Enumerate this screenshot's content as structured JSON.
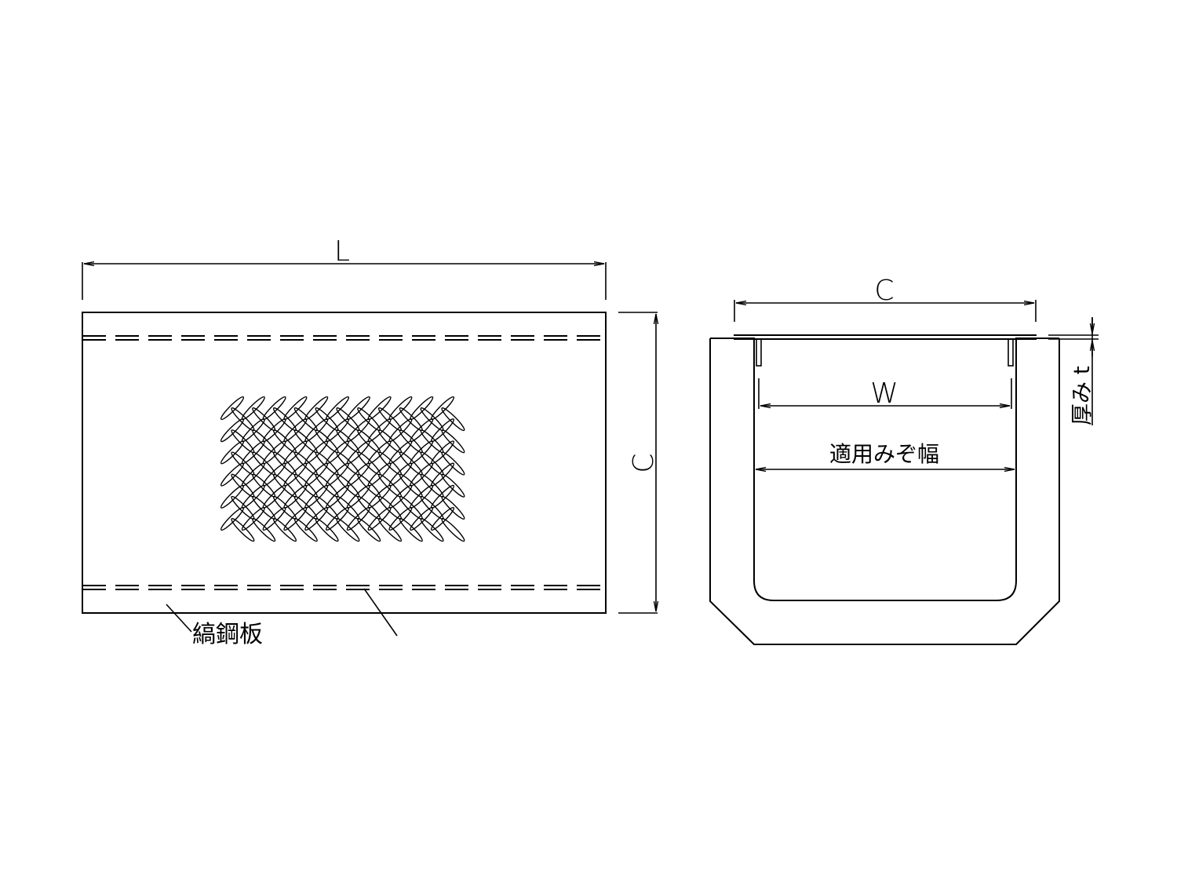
{
  "plan_view": {
    "dim_length": "L",
    "dim_height": "C",
    "material_label": "縞鋼板"
  },
  "section_view": {
    "dim_cover_width": "C",
    "dim_inner_width": "W",
    "applied_width_label": "適用みぞ幅",
    "thickness_label": "厚み t"
  }
}
